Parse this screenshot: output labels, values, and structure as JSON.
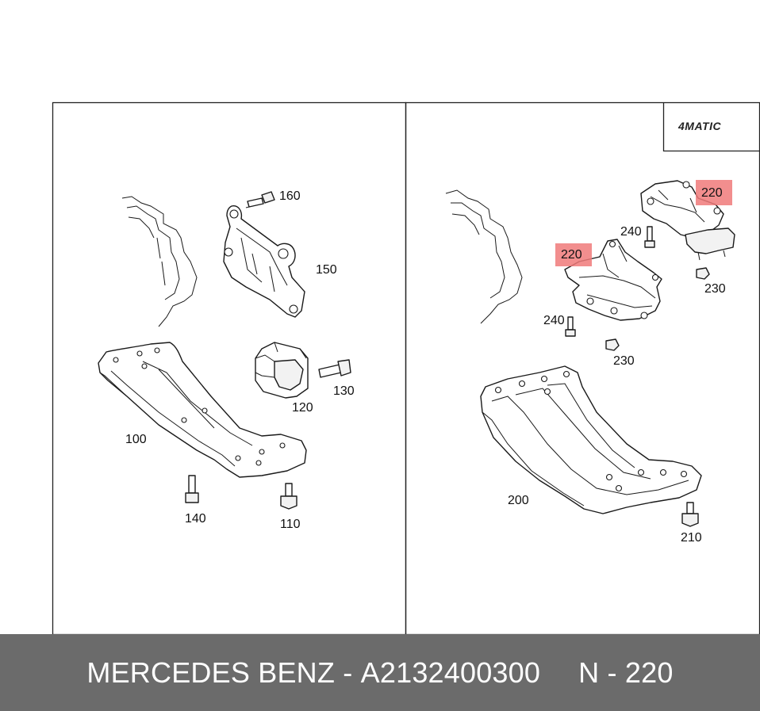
{
  "logo": {
    "text": "4MATIC"
  },
  "callouts": {
    "left": [
      "160",
      "150",
      "130",
      "120",
      "100",
      "140",
      "110"
    ],
    "right": [
      "220",
      "220",
      "240",
      "230",
      "240",
      "230",
      "200",
      "210"
    ]
  },
  "highlighted_callout": "220",
  "footer": {
    "brand": "MERCEDES BENZ",
    "separator": "-",
    "part_number": "A2132400300",
    "position_label": "N - 220"
  },
  "colors": {
    "highlight": "#f07a7a",
    "footer_bg": "#6b6b6b",
    "footer_text": "#ffffff",
    "line": "#1a1a1a"
  }
}
